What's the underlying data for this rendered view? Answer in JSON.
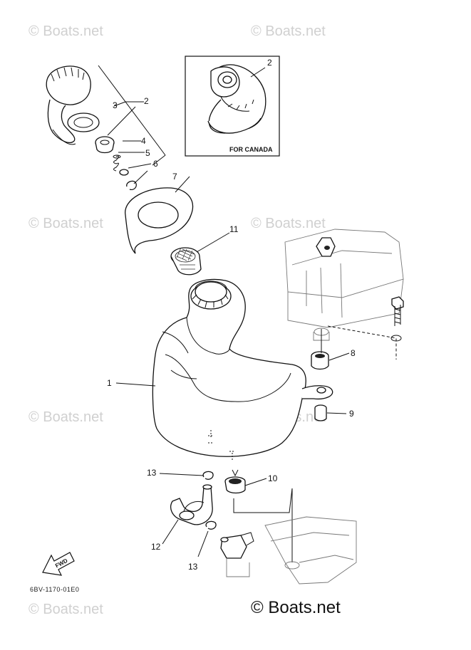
{
  "watermark": "© Boats.net",
  "footer_watermark": "© Boats.net",
  "drawing_code": "6BV-1170-01E0",
  "inset": {
    "label": "FOR CANADA",
    "callout": "2"
  },
  "fwd_arrow_label": "FWD",
  "callouts": {
    "c1": "1",
    "c2": "2",
    "c3": "3",
    "c4": "4",
    "c5": "5",
    "c6": "6",
    "c7": "7",
    "c8": "8",
    "c9": "9",
    "c10": "10",
    "c11": "11",
    "c12": "12",
    "c13a": "13",
    "c13b": "13"
  }
}
